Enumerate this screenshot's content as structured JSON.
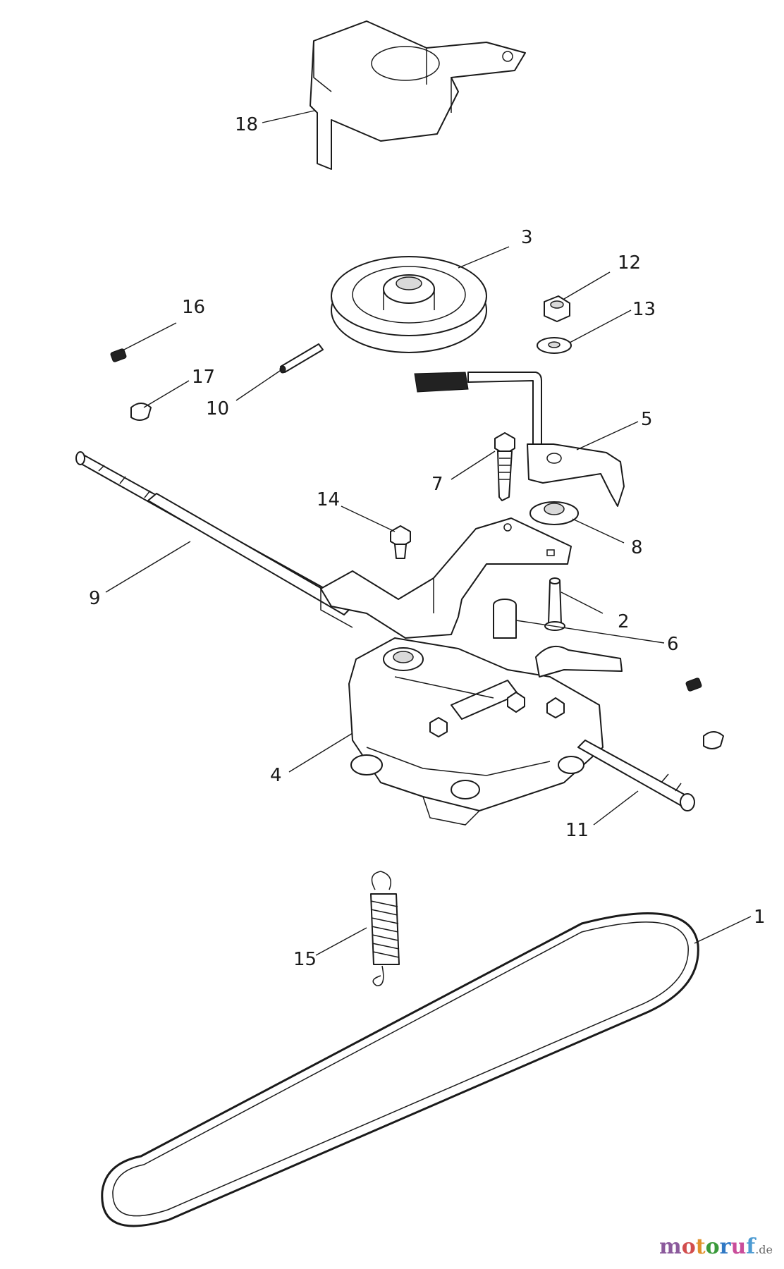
{
  "callouts": {
    "p1": "1",
    "p2": "2",
    "p3": "3",
    "p4": "4",
    "p5": "5",
    "p6": "6",
    "p7": "7",
    "p8": "8",
    "p9": "9",
    "p10": "10",
    "p11": "11",
    "p12": "12",
    "p13": "13",
    "p14": "14",
    "p15": "15",
    "p16": "16",
    "p17": "17",
    "p18": "18"
  },
  "watermark": {
    "letters": [
      "m",
      "o",
      "t",
      "o",
      "r",
      "u",
      "f"
    ],
    "colors": [
      "#8b5a9c",
      "#d24d4d",
      "#e0902a",
      "#3a9a3a",
      "#2f78c4",
      "#c94d9a",
      "#4d9bd2"
    ],
    "suffix": ".de"
  }
}
